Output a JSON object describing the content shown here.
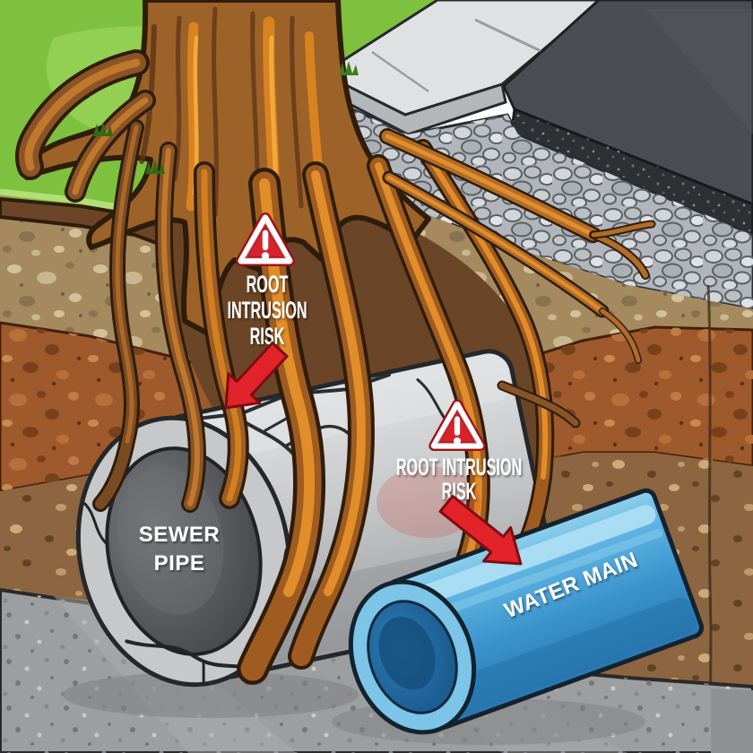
{
  "labels": {
    "warning_sewer": {
      "line1": "ROOT",
      "line2": "INTRUSION",
      "line3": "RISK"
    },
    "warning_water": {
      "line1": "ROOT INTRUSION",
      "line2": "RISK"
    },
    "sewer_pipe": {
      "line1": "SEWER",
      "line2": "PIPE"
    },
    "water_main": {
      "label": "WATER MAIN"
    }
  },
  "colors": {
    "grass": "#7dc13f",
    "grass_light": "#9bd35a",
    "soil_tan": "#a5895f",
    "soil_rust": "#9e5a2c",
    "soil_brown": "#8d6540",
    "bedrock": "#9c9ea0",
    "gravel": "#b2b6bc",
    "sidewalk": "#dfe1e2",
    "asphalt": "#4a4e53",
    "concrete_pipe": "#c6c8ca",
    "water_pipe": "#3d93cc",
    "root_orange": "#c87e22",
    "trunk_brown": "#8a5426",
    "warning_red": "#d8232a",
    "arrow_red": "#e2232a",
    "label_text": "#ffffff"
  }
}
